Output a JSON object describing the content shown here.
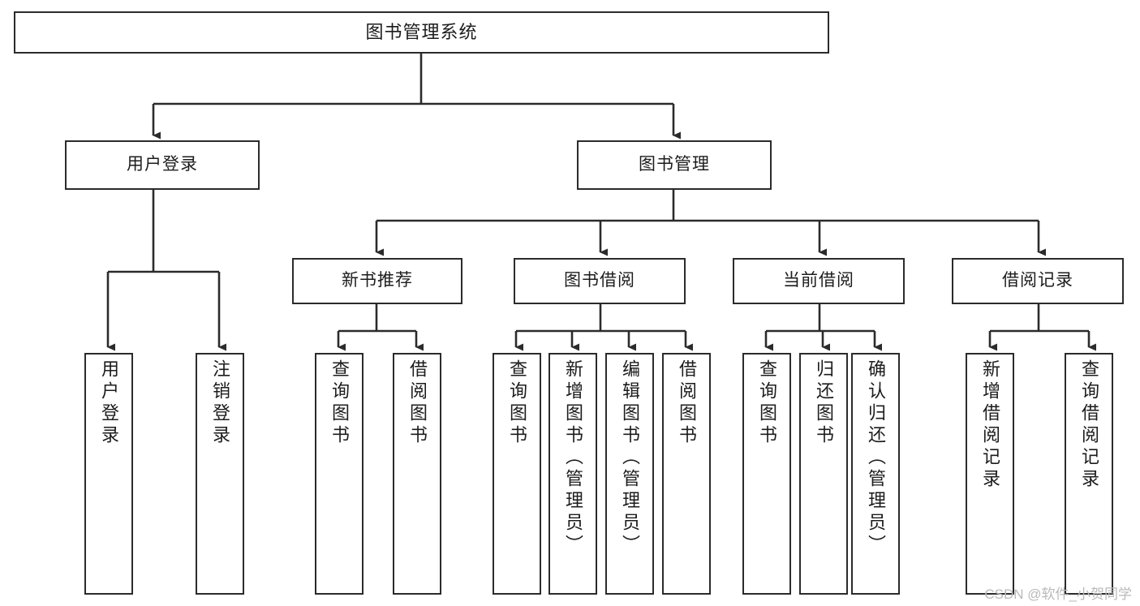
{
  "diagram": {
    "title": "图书管理系统",
    "type": "tree-hierarchy",
    "watermark": "CSDN @软件_小贺同学",
    "colors": {
      "background": "#ffffff",
      "node_border": "#2b2b2b",
      "node_fill": "#ffffff",
      "edge": "#2b2b2b",
      "text": "#1c1c1c",
      "watermark": "#b9b9b9"
    },
    "nodes": {
      "root": {
        "label": "图书管理系统"
      },
      "level1": [
        {
          "id": "user-login",
          "label": "用户登录"
        },
        {
          "id": "book-management",
          "label": "图书管理"
        }
      ],
      "level2": [
        {
          "id": "new-book-recommend",
          "label": "新书推荐"
        },
        {
          "id": "book-borrow",
          "label": "图书借阅"
        },
        {
          "id": "current-borrow",
          "label": "当前借阅"
        },
        {
          "id": "borrow-record",
          "label": "借阅记录"
        }
      ],
      "leaves": {
        "user_login": [
          {
            "id": "leaf-user-login",
            "label": "用户登录"
          },
          {
            "id": "leaf-user-logout",
            "label": "注销登录"
          }
        ],
        "new_book_recommend": [
          {
            "id": "leaf-query-book-1",
            "label": "查询图书"
          },
          {
            "id": "leaf-borrow-book-1",
            "label": "借阅图书"
          }
        ],
        "book_borrow": [
          {
            "id": "leaf-query-book-2",
            "label": "查询图书"
          },
          {
            "id": "leaf-add-book",
            "label": "新增图书（管理员）"
          },
          {
            "id": "leaf-edit-book",
            "label": "编辑图书（管理员）"
          },
          {
            "id": "leaf-borrow-book-2",
            "label": "借阅图书"
          }
        ],
        "current_borrow": [
          {
            "id": "leaf-query-book-3",
            "label": "查询图书"
          },
          {
            "id": "leaf-return-book",
            "label": "归还图书"
          },
          {
            "id": "leaf-confirm-return",
            "label": "确认归还（管理员）"
          }
        ],
        "borrow_record": [
          {
            "id": "leaf-add-record",
            "label": "新增借阅记录"
          },
          {
            "id": "leaf-query-record",
            "label": "查询借阅记录"
          }
        ]
      }
    }
  }
}
